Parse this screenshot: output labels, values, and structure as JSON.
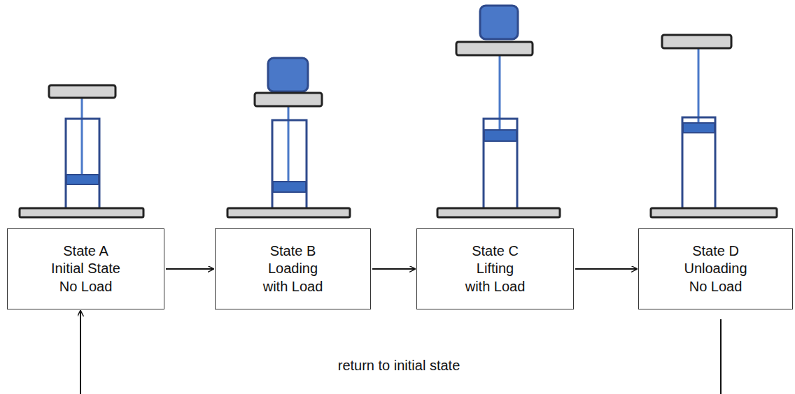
{
  "diagram": {
    "nodes": [
      {
        "text": [
          "State A Initial State No Load"
        ]
      },
      {
        "text": [
          "State B Loading with Load"
        ]
      },
      {
        "text": [
          "State C Lifting with Load"
        ]
      },
      {
        "text": [
          "State D Unloading No Load"
        ]
      }
    ],
    "edges": [
      {
        "from": 0,
        "to": 1,
        "arrow": "to"
      },
      {
        "from": 1,
        "to": 2,
        "arrow": "to"
      },
      {
        "from": 2,
        "to": 3,
        "arrow": "to"
      },
      {
        "from": 3,
        "to": 0,
        "label": "return to initial state",
        "arrow": "to"
      }
    ]
  }
}
